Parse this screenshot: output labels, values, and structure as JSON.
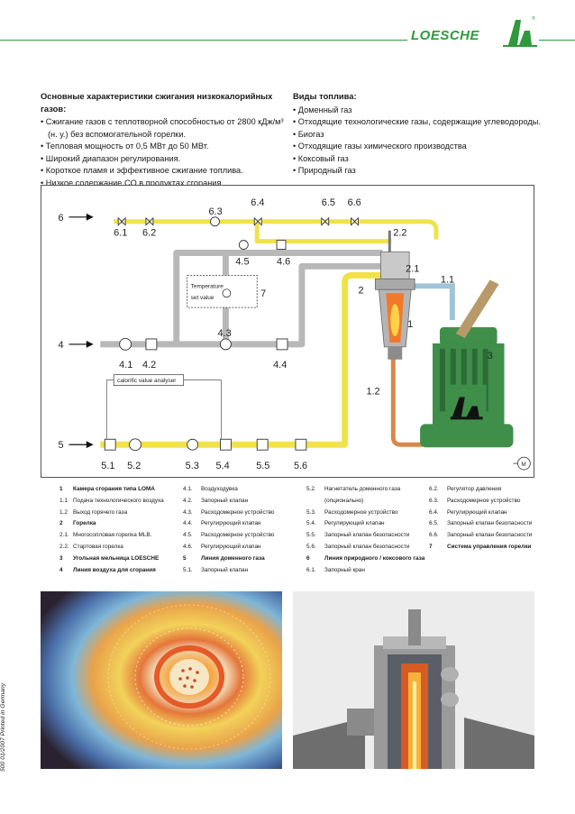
{
  "header": {
    "brand": "LOESCHE",
    "trademark": "®"
  },
  "left_column": {
    "title": "Основные характеристики сжигания низкокалорийных газов:",
    "items": [
      "Сжигание газов с теплотворной способностью от 2800 кДж/м³ (н. у.) без вспомогательной горелки.",
      "Тепловая мощность от 0,5 МВт до 50 МВт.",
      "Широкий диапазон регулирования.",
      "Короткое пламя и эффективное сжигание топлива.",
      "Низкое содержание CO в продуктах сгорания."
    ]
  },
  "right_column": {
    "title": "Виды топлива:",
    "items": [
      "Доменный газ",
      "Отходящие технологические газы, содержащие углеводороды.",
      "Биогаз",
      "Отходящие газы химического производства",
      "Коксовый газ",
      "Природный газ"
    ]
  },
  "diagram": {
    "labels": {
      "l6": "6",
      "l4": "4",
      "l5": "5",
      "l61": "6.1",
      "l62": "6.2",
      "l63": "6.3",
      "l64": "6.4",
      "l65": "6.5",
      "l66": "6.6",
      "l22": "2.2",
      "l21": "2.1",
      "l11": "1.1",
      "l45": "4.5",
      "l46": "4.6",
      "l2": "2",
      "l7": "7",
      "l1": "1",
      "l3": "3",
      "l43": "4.3",
      "l41": "4.1",
      "l42": "4.2",
      "l44": "4.4",
      "l12": "1.2",
      "l51": "5.1",
      "l52": "5.2",
      "l53": "5.3",
      "l54": "5.4",
      "l55": "5.5",
      "l56": "5.6",
      "lM": "M"
    },
    "temperature": "Temperature",
    "set_value": "set value",
    "analyser": "calorific value analyser",
    "colors": {
      "air_pipe": "#b8b8b8",
      "gas_pipe": "#f2e24a",
      "hot_air_pipe": "#d9874a",
      "exhaust_pipe": "#9fc3d9",
      "mill": "#3f8f4a"
    }
  },
  "legend": {
    "col1": [
      {
        "num": "1",
        "text": "Камера сгорания типа LOMA",
        "bold": true
      },
      {
        "num": "1.1",
        "text": "Подача технологического воздуха",
        "bold": false
      },
      {
        "num": "1.2",
        "text": "Выход горячего газа",
        "bold": false
      },
      {
        "num": "2",
        "text": "Горелка",
        "bold": true
      },
      {
        "num": "2.1.",
        "text": "Многосопловая горелка MLB.",
        "bold": false
      },
      {
        "num": "2.2.",
        "text": "Стартовая горелка",
        "bold": false
      },
      {
        "num": "3",
        "text": "Угольная мельница LOESCHE",
        "bold": true
      },
      {
        "num": "4",
        "text": "Линия воздуха для сгорания",
        "bold": true
      }
    ],
    "col2": [
      {
        "num": "4.1.",
        "text": "Воздуходувка",
        "bold": false
      },
      {
        "num": "4.2.",
        "text": "Запорный клапан",
        "bold": false
      },
      {
        "num": "4.3.",
        "text": "Расходомерное устройство",
        "bold": false
      },
      {
        "num": "4.4.",
        "text": "Регулирующий клапан",
        "bold": false
      },
      {
        "num": "4.5.",
        "text": "Расходомерное устройство",
        "bold": false
      },
      {
        "num": "4.6.",
        "text": "Регулирующий клапан",
        "bold": false
      },
      {
        "num": "5",
        "text": "Линия доменного газа",
        "bold": true
      },
      {
        "num": "5.1.",
        "text": "Запорный клапан",
        "bold": false
      }
    ],
    "col3": [
      {
        "num": "5.2.",
        "text": "Нагнетатель доменного газа",
        "bold": false
      },
      {
        "num": "",
        "text": "(опционально)",
        "bold": false
      },
      {
        "num": "5.3.",
        "text": "Расходомерное устройство",
        "bold": false
      },
      {
        "num": "5.4.",
        "text": "Регулирующий клапан",
        "bold": false
      },
      {
        "num": "5.5.",
        "text": "Запорный клапан безопасности",
        "bold": false
      },
      {
        "num": "5.6.",
        "text": "Запорный клапан безопасности",
        "bold": false
      },
      {
        "num": "6",
        "text": "Линия природного / коксового газа",
        "bold": true
      },
      {
        "num": "6.1.",
        "text": "Запорный кран",
        "bold": false
      }
    ],
    "col4": [
      {
        "num": "6.2.",
        "text": "Регулятор давления",
        "bold": false
      },
      {
        "num": "6.3.",
        "text": "Расходомерное устройство",
        "bold": false
      },
      {
        "num": "6.4.",
        "text": "Регулирующий клапан",
        "bold": false
      },
      {
        "num": "6.5.",
        "text": "Запорный клапан безопасности",
        "bold": false
      },
      {
        "num": "6.6.",
        "text": "Запорный клапан безопасности",
        "bold": false
      },
      {
        "num": "7",
        "text": "Система управления горелки",
        "bold": true
      }
    ]
  },
  "side_note": "500 01/2007 Printed in Germany"
}
